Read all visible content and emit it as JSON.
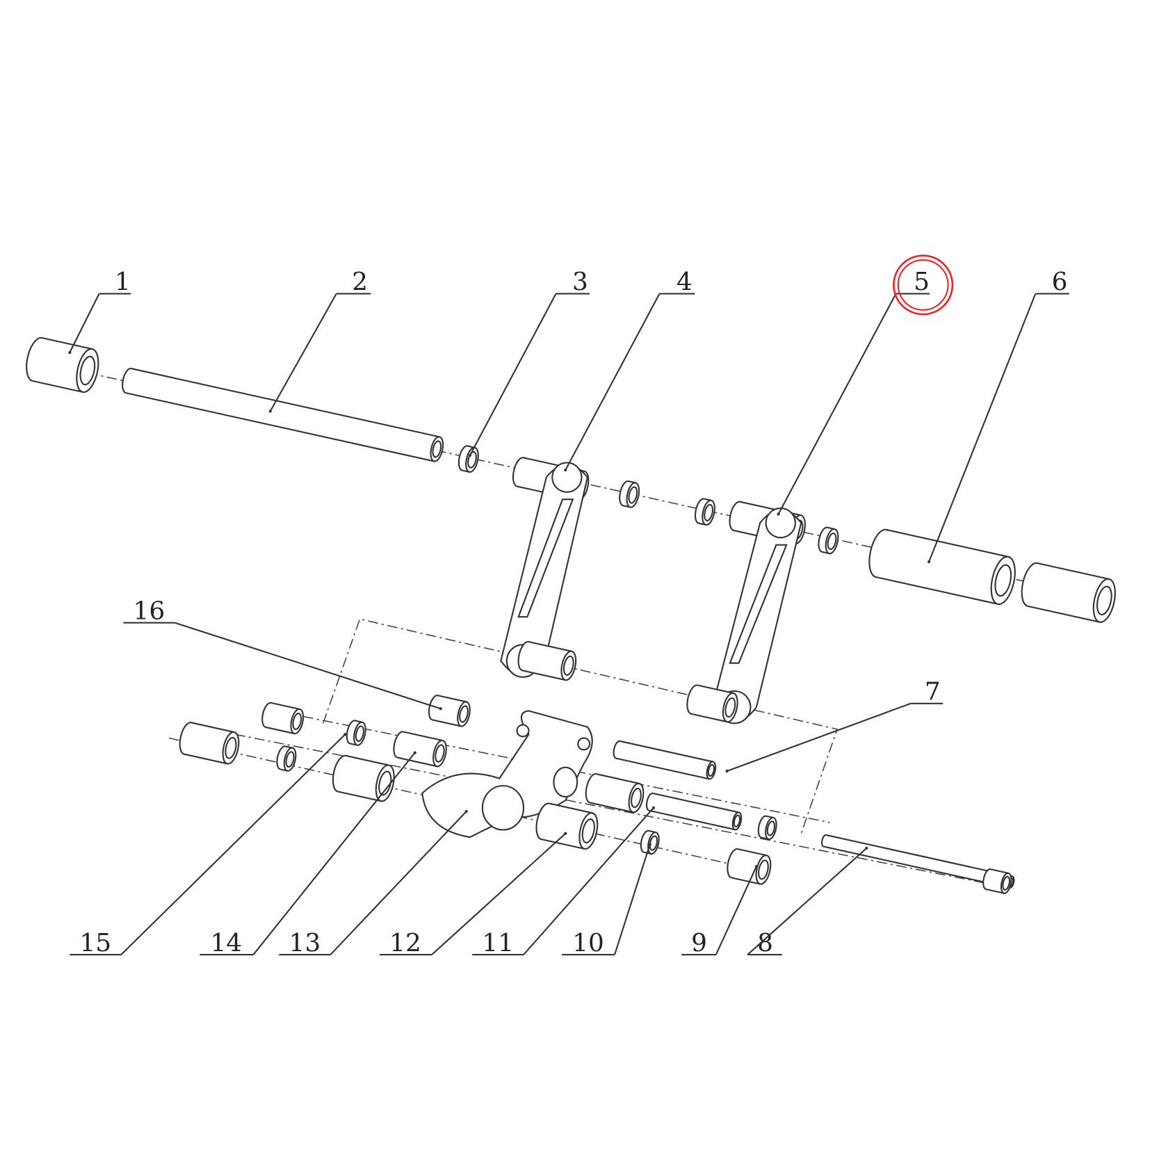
{
  "diagram": {
    "type": "exploded-parts-view",
    "callouts": [
      {
        "number": "1"
      },
      {
        "number": "2"
      },
      {
        "number": "3"
      },
      {
        "number": "4"
      },
      {
        "number": "5",
        "highlighted": true
      },
      {
        "number": "6"
      },
      {
        "number": "7"
      },
      {
        "number": "8"
      },
      {
        "number": "9"
      },
      {
        "number": "10"
      },
      {
        "number": "11"
      },
      {
        "number": "12"
      },
      {
        "number": "13"
      },
      {
        "number": "14"
      },
      {
        "number": "15"
      },
      {
        "number": "16"
      }
    ],
    "highlight_color": "#e8262a",
    "line_color": "#333333"
  }
}
